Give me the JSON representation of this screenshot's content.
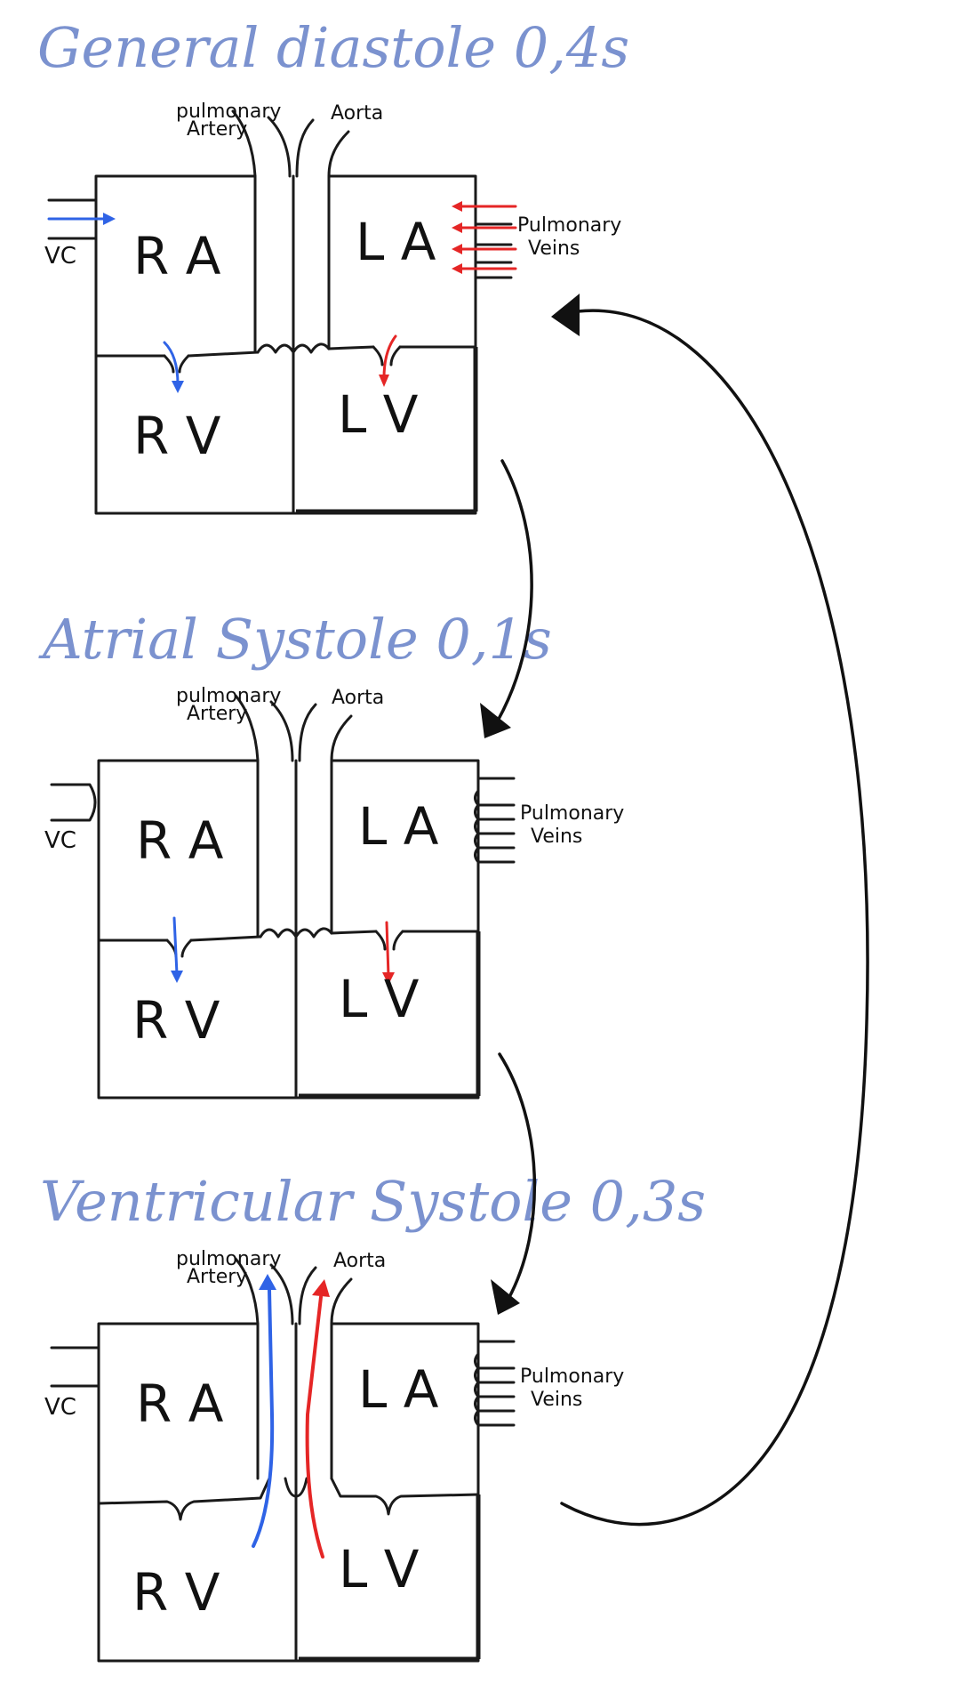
{
  "panels": [
    {
      "title": "General diastole 0,4s",
      "labels": {
        "ra": "R A",
        "la": "L A",
        "rv": "R V",
        "lv": "L V",
        "pulmonary_line1": "pulmonary",
        "pulmonary_line2": "Artery",
        "aorta": "Aorta",
        "vc": "VC",
        "pv_line1": "Pulmonary",
        "pv_line2": "Veins"
      },
      "flow": "vc-and-pulmonary-veins-into-atria-and-atria-into-ventricles"
    },
    {
      "title": "Atrial Systole 0,1s",
      "labels": {
        "ra": "R A",
        "la": "L A",
        "rv": "R V",
        "lv": "L V",
        "pulmonary_line1": "pulmonary",
        "pulmonary_line2": "Artery",
        "aorta": "Aorta",
        "vc": "VC",
        "pv_line1": "Pulmonary",
        "pv_line2": "Veins"
      },
      "flow": "atria-into-ventricles"
    },
    {
      "title": "Ventricular Systole 0,3s",
      "labels": {
        "ra": "R A",
        "la": "L A",
        "rv": "R V",
        "lv": "L V",
        "pulmonary_line1": "pulmonary",
        "pulmonary_line2": "Artery",
        "aorta": "Aorta",
        "vc": "VC",
        "pv_line1": "Pulmonary",
        "pv_line2": "Veins"
      },
      "flow": "ventricles-into-pulmonary-artery-and-aorta"
    }
  ],
  "colors": {
    "title": "#7b92cf",
    "ink": "#1a1a1a",
    "deoxygenated_flow": "#2f63e6",
    "oxygenated_flow": "#e52626",
    "background": "#ffffff"
  }
}
